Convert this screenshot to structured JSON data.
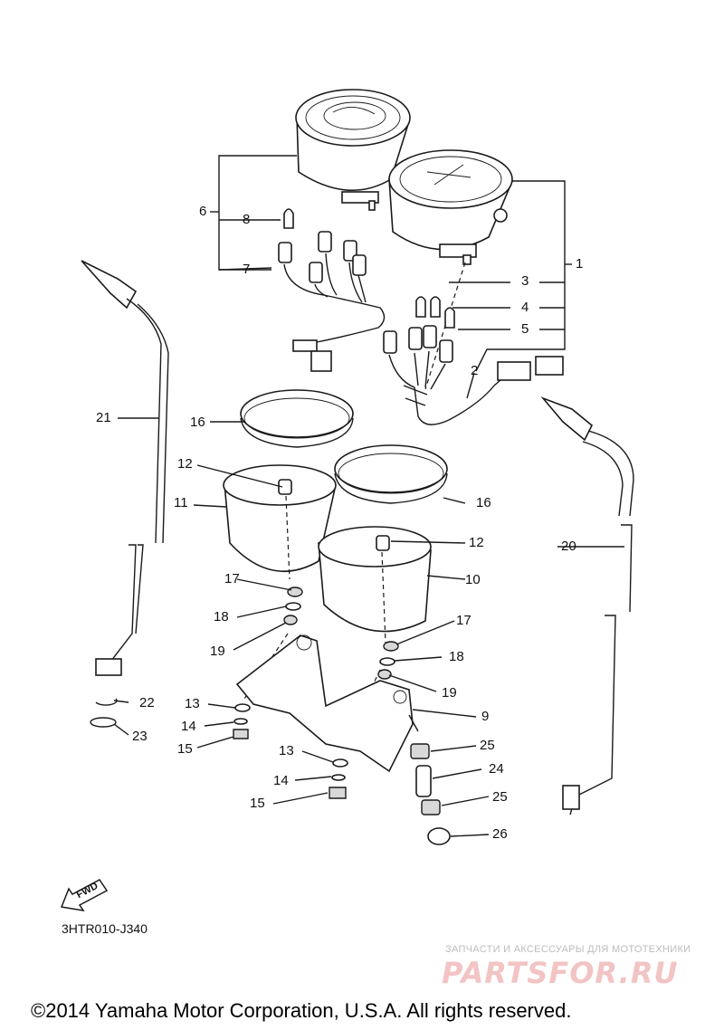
{
  "callouts": {
    "c1": "1",
    "c2": "2",
    "c3": "3",
    "c4": "4",
    "c5": "5",
    "c6": "6",
    "c7": "7",
    "c8": "8",
    "c9": "9",
    "c10": "10",
    "c11": "11",
    "c12a": "12",
    "c12b": "12",
    "c13a": "13",
    "c13b": "13",
    "c14a": "14",
    "c14b": "14",
    "c15a": "15",
    "c15b": "15",
    "c16a": "16",
    "c16b": "16",
    "c17a": "17",
    "c17b": "17",
    "c18a": "18",
    "c18b": "18",
    "c19a": "19",
    "c19b": "19",
    "c20": "20",
    "c21": "21",
    "c22": "22",
    "c23": "23",
    "c24": "24",
    "c25a": "25",
    "c25b": "25",
    "c26": "26"
  },
  "fwd_label": "FWD",
  "diagram_code": "3HTR010-J340",
  "watermark": {
    "tagline": "ЗАПЧАСТИ И АКСЕССУАРЫ ДЛЯ МОТОТЕХНИКИ",
    "logo": "PARTSFOR.RU"
  },
  "copyright": "©2014 Yamaha Motor Corporation, U.S.A. All rights reserved."
}
